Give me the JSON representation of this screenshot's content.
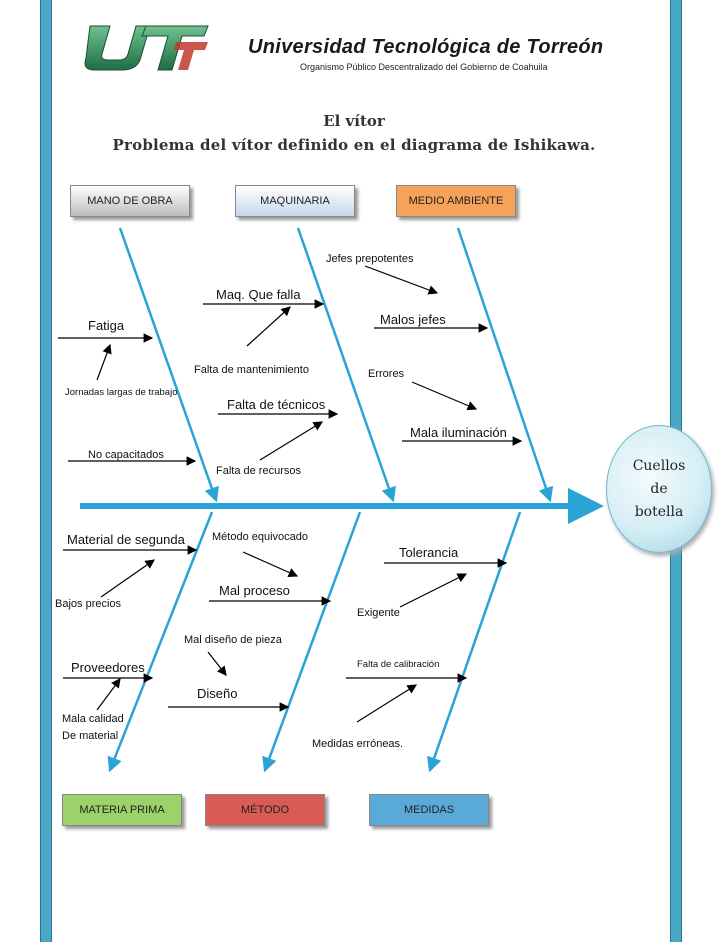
{
  "header": {
    "logo_text": "UTT",
    "university": "Universidad Tecnológica de Torreón",
    "subtitle": "Organismo Público Descentralizado del Gobierno de Coahuila"
  },
  "title": {
    "line1": "El vítor",
    "line2": "Problema del vítor definido en el diagrama de Ishikawa."
  },
  "categories": {
    "mano_de_obra": "MANO DE OBRA",
    "maquinaria": "MAQUINARIA",
    "medio_ambiente": "MEDIO AMBIENTE",
    "materia_prima": "MATERIA PRIMA",
    "metodo": "MÉTODO",
    "medidas": "MEDIDAS"
  },
  "causes": {
    "fatiga": "Fatiga",
    "jornadas": "Jornadas largas de trabajo",
    "no_capacitados": "No capacitados",
    "maq_falla": "Maq. Que falla",
    "falta_mantenimiento": "Falta de mantenimiento",
    "falta_tecnicos": "Falta de técnicos",
    "falta_recursos": "Falta de recursos",
    "jefes_prepotentes": "Jefes prepotentes",
    "malos_jefes": "Malos jefes",
    "errores": "Errores",
    "mala_iluminacion": "Mala iluminación",
    "material_segunda": "Material de segunda",
    "bajos_precios": "Bajos precios",
    "proveedores": "Proveedores",
    "mala_calidad_1": "Mala calidad",
    "mala_calidad_2": "De material",
    "metodo_equivocado": "Método equivocado",
    "mal_proceso": "Mal proceso",
    "mal_diseno_pieza": "Mal diseño de pieza",
    "diseno": "Diseño",
    "tolerancia": "Tolerancia",
    "exigente": "Exigente",
    "falta_calibracion": "Falta de calibración",
    "medidas_erroneas": "Medidas erróneas."
  },
  "effect": {
    "line1": "Cuellos",
    "line2": "de",
    "line3": "botella"
  },
  "colors": {
    "side_bar": "#4aa8c7",
    "spine": "#2aa3d6",
    "medio_ambiente": "#f7a25a",
    "materia_prima": "#9bd26a",
    "metodo": "#d95b55",
    "medidas": "#5aaad8",
    "logo": "#2e8b57"
  }
}
